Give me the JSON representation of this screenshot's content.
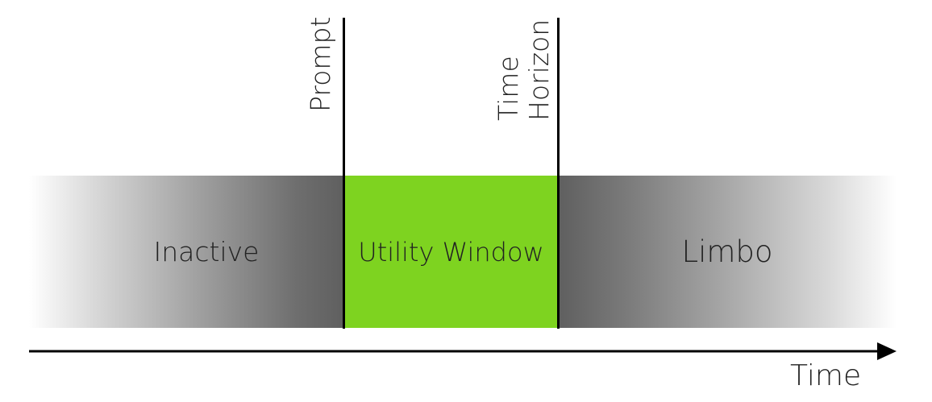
{
  "phases": {
    "inactive": {
      "label": "Inactive"
    },
    "utility": {
      "label": "Utility Window",
      "color": "#7ed320"
    },
    "limbo": {
      "label": "Limbo"
    }
  },
  "markers": {
    "prompt": {
      "label": "Prompt"
    },
    "time_horizon": {
      "line1": "Time",
      "line2": "Horizon"
    }
  },
  "axis": {
    "label": "Time"
  }
}
